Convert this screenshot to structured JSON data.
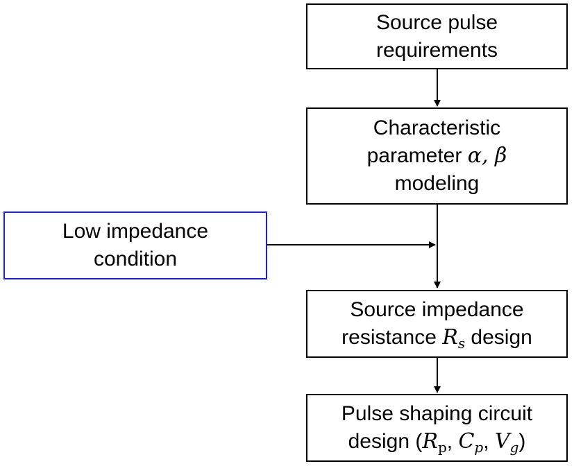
{
  "colors": {
    "box_border": "#000000",
    "side_box_border": "#1a1aff",
    "arrow": "#000000",
    "text": "#000000"
  },
  "nodes": {
    "source_pulse": {
      "line1": "Source pulse",
      "line2": "requirements"
    },
    "characteristic": {
      "line1": "Characteristic",
      "line2_text": "parameter ",
      "line2_math": "α, β",
      "line3": "modeling"
    },
    "low_impedance": {
      "line1": "Low impedance",
      "line2": "condition"
    },
    "source_impedance": {
      "line1": "Source impedance",
      "line2_text": "resistance ",
      "line2_math_base": "R",
      "line2_math_sub": "s",
      "line2_tail": " design"
    },
    "pulse_shaping": {
      "line1": "Pulse shaping circuit",
      "line2_text": "design (",
      "r_base": "R",
      "r_sub": "p",
      "c_base": "C",
      "c_sub": "p",
      "v_base": "V",
      "v_sub": "g",
      "sep": ", ",
      "close": ")"
    }
  },
  "edges": [
    {
      "from": "source_pulse",
      "to": "characteristic"
    },
    {
      "from": "characteristic",
      "to": "source_impedance"
    },
    {
      "from": "low_impedance",
      "to": "characteristic-source_impedance-junction"
    },
    {
      "from": "source_impedance",
      "to": "pulse_shaping"
    }
  ]
}
